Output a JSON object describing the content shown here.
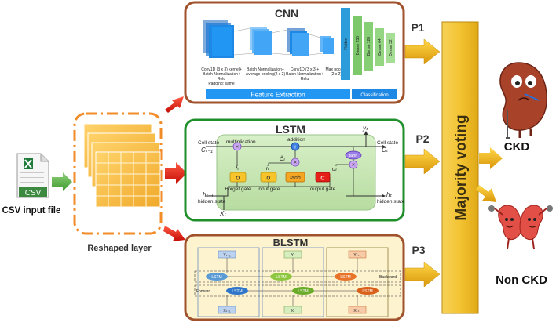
{
  "input": {
    "csv_badge": "CSV",
    "caption": "CSV input file"
  },
  "reshaped": {
    "caption": "Reshaped layer"
  },
  "cnn": {
    "title": "CNN",
    "layers": [
      {
        "line1": "Conv1D (3 x 3) kernel+",
        "line2": "Batch Normalization+",
        "line3": "Relu",
        "line4": "Padding: same"
      },
      {
        "line1": "Batch Normalization+",
        "line2": "Average pooling(2 x 2)",
        "line3": "",
        "line4": ""
      },
      {
        "line1": "Conv1D (3 x 3)+",
        "line2": "Batch Normalization+",
        "line3": "Relu",
        "line4": ""
      },
      {
        "line1": "Max pooling",
        "line2": "(2 x 2)",
        "line3": "",
        "line4": ""
      }
    ],
    "dense_labels": [
      "Flatten",
      "Dense 256",
      "Dense 128",
      "Dense 64",
      "Dense 32"
    ],
    "feature_bar": "Feature Extraction",
    "class_bar": "Classification"
  },
  "lstm": {
    "title": "LSTM",
    "cell_state_in": "Cell state",
    "cell_state_in_sym": "Cₜ₋₁",
    "cell_state_out": "Cell state",
    "cell_state_out_sym": "Cₜ",
    "hidden_in_sym": "hₜ₋₁",
    "hidden_in": "hidden state",
    "hidden_out_sym": "hₜ",
    "hidden_out": "hidden state",
    "x_sym": "Xₜ",
    "y_sym": "yₜ",
    "multiplication": "multiplication",
    "addition": "addition",
    "forget_sym": "fₜ",
    "forget": "Forget gate",
    "input_sym": "iₜ",
    "input": "Input gate",
    "candidate_sym": "C̃ₜ",
    "output_sym": "oₜ",
    "output": "output gate",
    "sigma": "σ",
    "tanh": "tanh",
    "times": "×",
    "plus": "+"
  },
  "blstm": {
    "title": "BLSTM",
    "y_labels": [
      "Yₜ₋₁",
      "Yₜ",
      "Yₜ₊₁"
    ],
    "x_labels": [
      "Xₜ₋₁",
      "Xₜ",
      "Xₜ₊₁"
    ],
    "cell": "LSTM",
    "backward": "Backward",
    "forward": "Forward"
  },
  "predictions": [
    "P1",
    "P2",
    "P3"
  ],
  "voting": "Majority voting",
  "outcomes": {
    "ckd": "CKD",
    "non_ckd": "Non CKD"
  },
  "colors": {
    "border": "#a0522d",
    "lstm_border": "#1e8f2a",
    "voting_fill": "#f2c12e",
    "red_arrow": "#e31b12",
    "yellow_arrow": "#f0b617",
    "feature_bar": "#2196f3",
    "blstm_bg": "#fdf3cf"
  }
}
